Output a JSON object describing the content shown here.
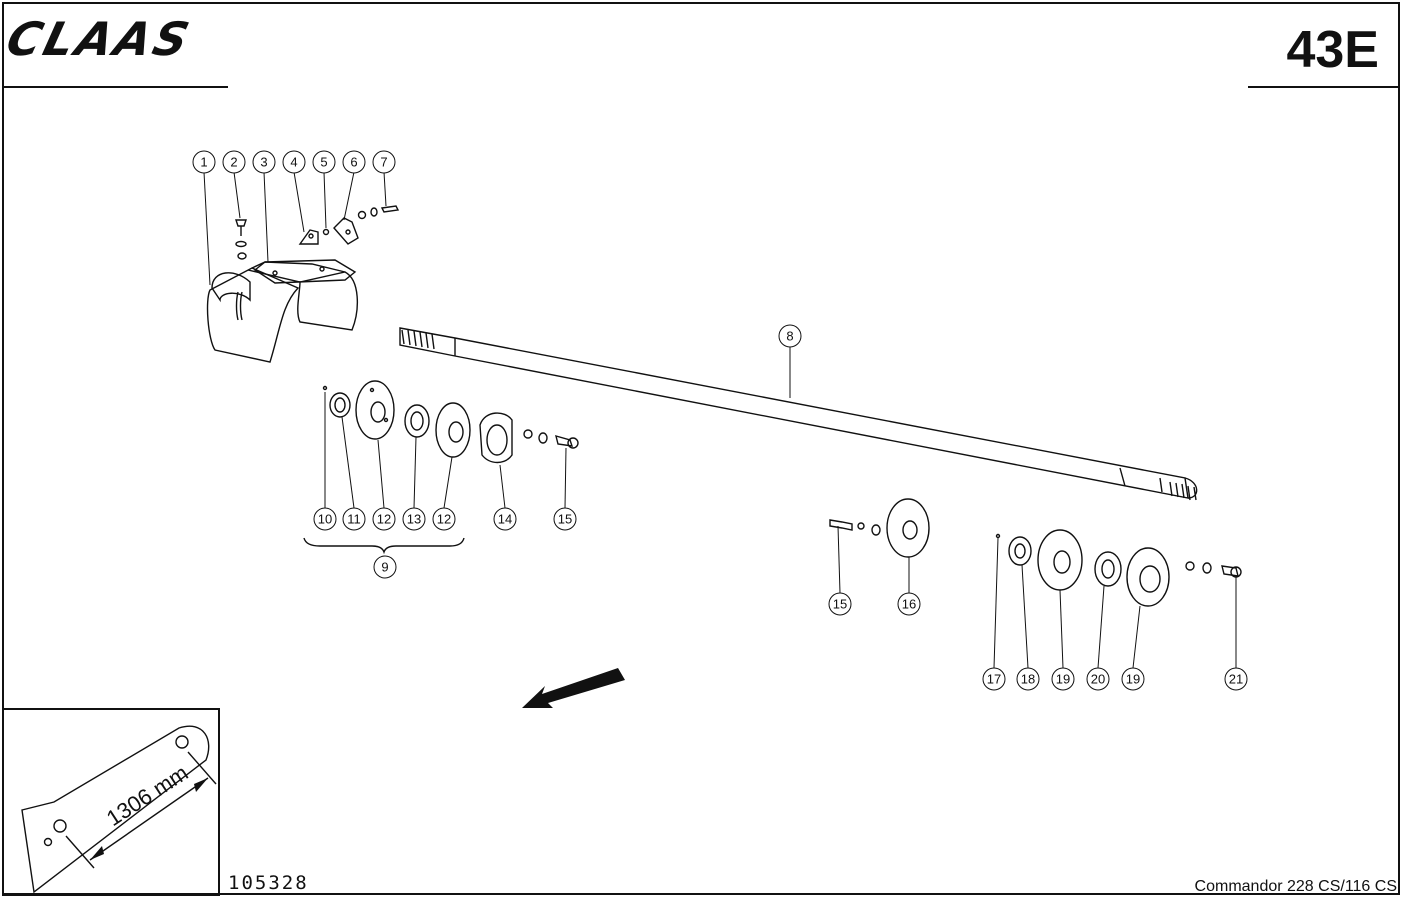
{
  "header": {
    "brand": "CLAAS",
    "page_code": "43E"
  },
  "footer": {
    "doc_number": "105328",
    "model": "Commandor 228 CS/116 CS"
  },
  "inset": {
    "dimension_label": "1306 mm"
  },
  "callouts": [
    "1",
    "2",
    "3",
    "4",
    "5",
    "6",
    "7",
    "8",
    "9",
    "10",
    "11",
    "12",
    "13",
    "14",
    "15",
    "16",
    "17",
    "18",
    "19",
    "20",
    "21"
  ]
}
